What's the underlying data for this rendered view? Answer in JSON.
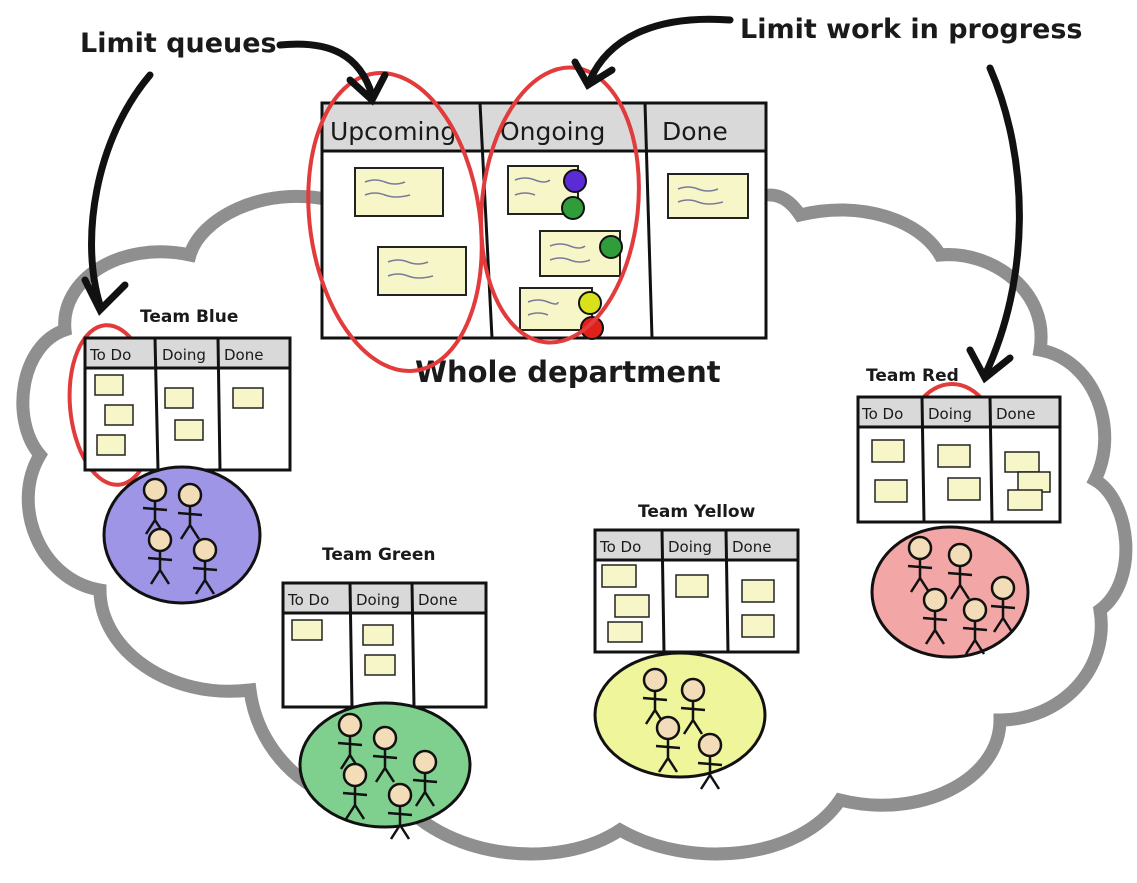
{
  "annotations": {
    "limit_queues": "Limit queues",
    "limit_wip": "Limit work in progress",
    "department_label": "Whole department"
  },
  "department_board": {
    "columns": [
      "Upcoming",
      "Ongoing",
      "Done"
    ]
  },
  "teams": [
    {
      "name": "Team Blue",
      "columns": [
        "To Do",
        "Doing",
        "Done"
      ],
      "color": "#9f95e6"
    },
    {
      "name": "Team Green",
      "columns": [
        "To Do",
        "Doing",
        "Done"
      ],
      "color": "#7fd08f"
    },
    {
      "name": "Team Yellow",
      "columns": [
        "To Do",
        "Doing",
        "Done"
      ],
      "color": "#eef59a"
    },
    {
      "name": "Team Red",
      "columns": [
        "To Do",
        "Doing",
        "Done"
      ],
      "color": "#f3a6a6"
    }
  ],
  "colors": {
    "sticky": "#f7f6c8",
    "highlight": "#e23b3b",
    "cloud": "#8f8f8f",
    "dot_blue": "#5b2bd6",
    "dot_green": "#2f9e3a",
    "dot_yellow": "#d8e21a",
    "dot_red": "#e0201a"
  }
}
